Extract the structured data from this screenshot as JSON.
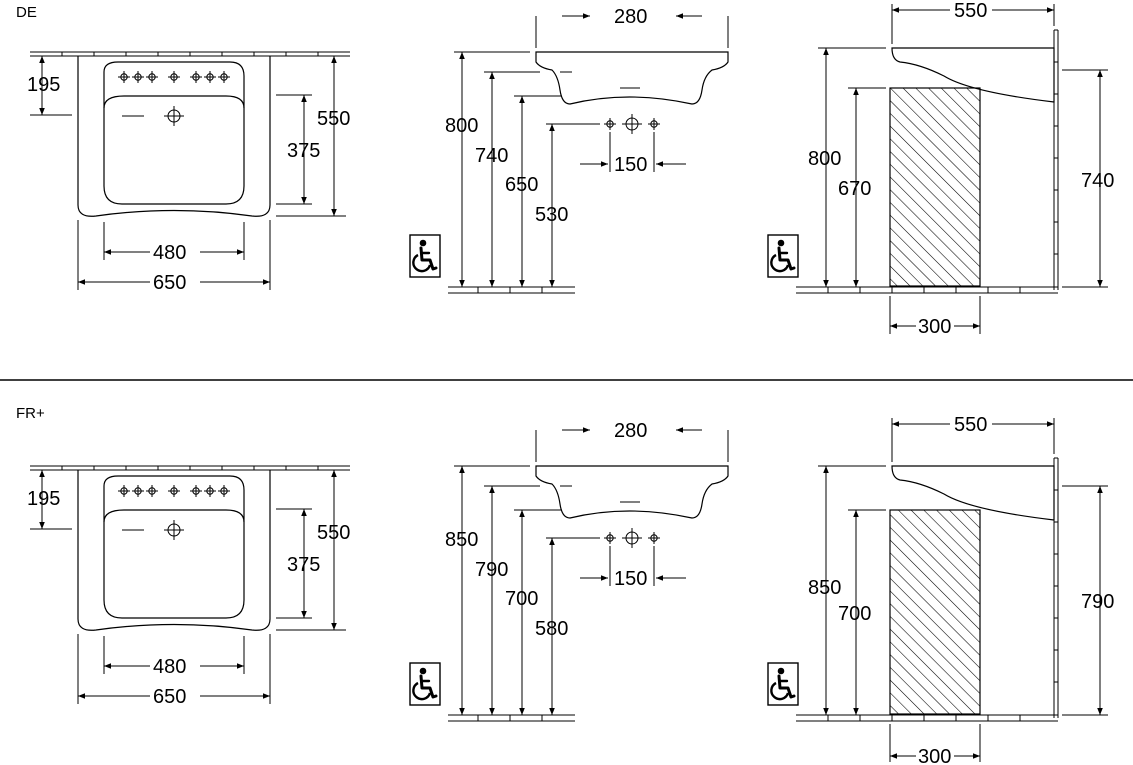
{
  "sections": [
    {
      "label": "DE",
      "top": {
        "d195": "195",
        "d550": "550",
        "d375": "375",
        "d480": "480",
        "d650": "650"
      },
      "side": {
        "d280": "280",
        "d150": "150",
        "h1": "800",
        "h2": "740",
        "h3": "650",
        "h4": "530"
      },
      "profile": {
        "d550": "550",
        "d800": "800",
        "d670": "670",
        "d740": "740",
        "d300": "300"
      }
    },
    {
      "label": "FR+",
      "top": {
        "d195": "195",
        "d550": "550",
        "d375": "375",
        "d480": "480",
        "d650": "650"
      },
      "side": {
        "d280": "280",
        "d150": "150",
        "h1": "850",
        "h2": "790",
        "h3": "700",
        "h4": "580"
      },
      "profile": {
        "d550": "550",
        "d800": "850",
        "d670": "700",
        "d740": "790",
        "d300": "300"
      }
    }
  ],
  "icons": {
    "accessibility": "wheelchair-icon"
  }
}
